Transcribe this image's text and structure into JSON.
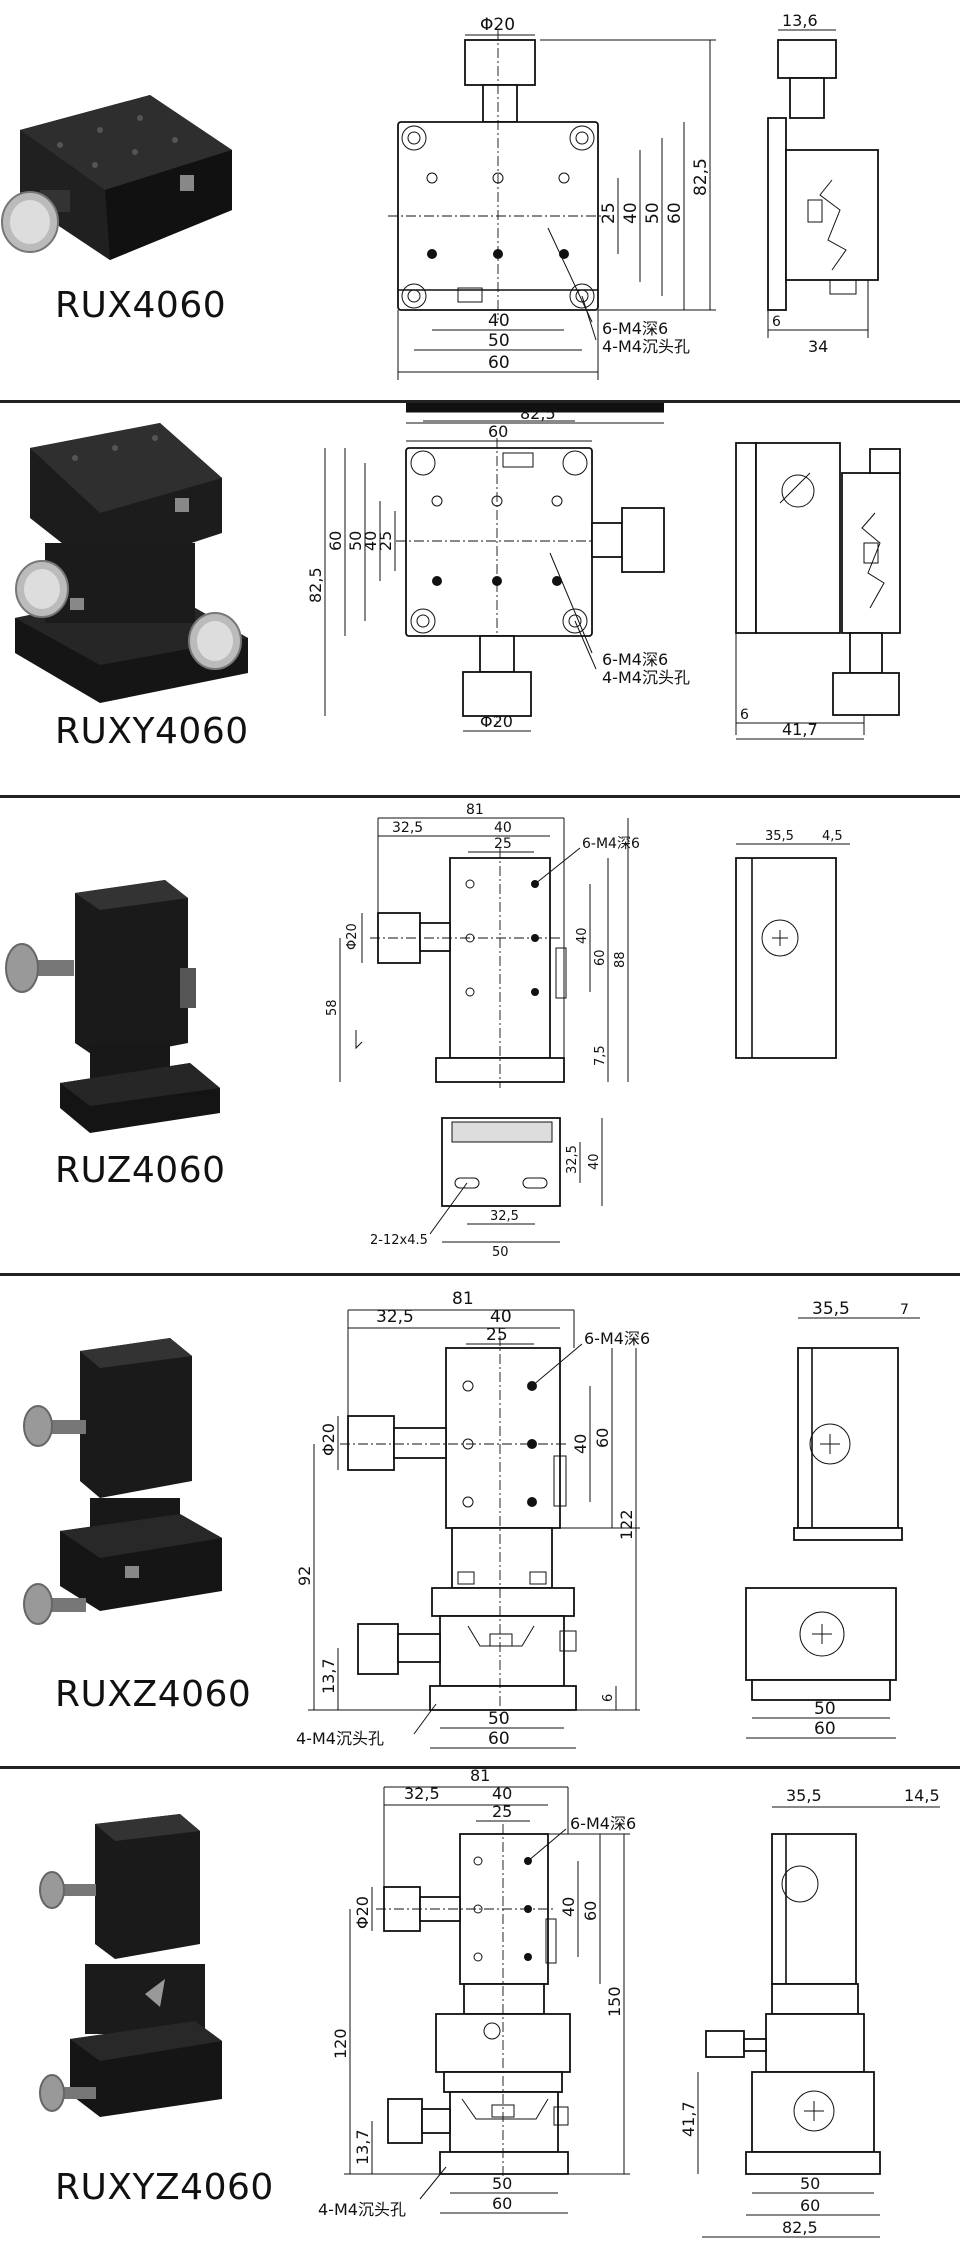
{
  "products": [
    {
      "model": "RUX4060",
      "labels": {
        "phi": "Φ20",
        "d40": "40",
        "d50": "50",
        "d60": "60",
        "d25": "25",
        "v40": "40",
        "v50": "50",
        "v60": "60",
        "h825": "82,5",
        "holes1": "6-M4深6",
        "holes2": "4-M4沉头孔",
        "s136": "13,6",
        "s6": "6",
        "s34": "34"
      }
    },
    {
      "model": "RUXY4060",
      "labels": {
        "t825": "82,5",
        "t60": "60",
        "t50": "50",
        "t40": "40",
        "v825": "82,5",
        "v60": "60",
        "v50": "50",
        "v40": "40",
        "v25": "25",
        "holes1": "6-M4深6",
        "holes2": "4-M4沉头孔",
        "phi": "Φ20",
        "s6": "6",
        "s417": "41,7"
      }
    },
    {
      "model": "RUZ4060",
      "labels": {
        "t81": "81",
        "t325": "32,5",
        "t40": "40",
        "t25": "25",
        "holes1": "6-M4深6",
        "phi": "Φ20",
        "v40": "40",
        "v60": "60",
        "v88": "88",
        "v75": "7,5",
        "v58": "58",
        "s355": "35,5",
        "s45": "4,5",
        "b325": "32,5",
        "b40": "40",
        "slot": "2-12x4.5",
        "b325h": "32,5",
        "b50": "50"
      }
    },
    {
      "model": "RUXZ4060",
      "labels": {
        "t81": "81",
        "t325": "32,5",
        "t40": "40",
        "t25": "25",
        "holes1": "6-M4深6",
        "phi": "Φ20",
        "v40": "40",
        "v60": "60",
        "v122": "122",
        "v92": "92",
        "v137": "13,7",
        "v6": "6",
        "holes2": "4-M4沉头孔",
        "b50": "50",
        "b60": "60",
        "s355": "35,5",
        "s7": "7",
        "sb50": "50",
        "sb60": "60"
      }
    },
    {
      "model": "RUXYZ4060",
      "labels": {
        "t81": "81",
        "t325": "32,5",
        "t40": "40",
        "t25": "25",
        "holes1": "6-M4深6",
        "phi": "Φ20",
        "v40": "40",
        "v60": "60",
        "v150": "150",
        "v120": "120",
        "v137": "13,7",
        "holes2": "4-M4沉头孔",
        "b50": "50",
        "b60": "60",
        "s355": "35,5",
        "s145": "14,5",
        "v417": "41,7",
        "sb50": "50",
        "sb60": "60",
        "sb825": "82,5"
      }
    }
  ]
}
